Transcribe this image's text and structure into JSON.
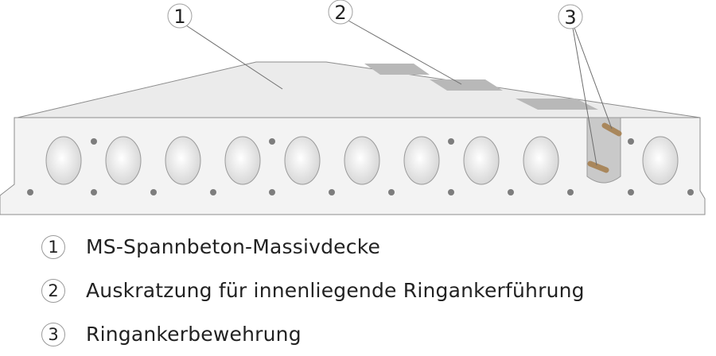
{
  "callouts": [
    {
      "number": "1"
    },
    {
      "number": "2"
    },
    {
      "number": "3"
    }
  ],
  "legend": [
    {
      "number": "1",
      "text": "MS-Spannbeton-Massivdecke"
    },
    {
      "number": "2",
      "text": "Auskratzung für innenliegende Ringankerführung"
    },
    {
      "number": "3",
      "text": "Ringankerbewehrung"
    }
  ],
  "colors": {
    "slab_face": "#f2f2f2",
    "slab_top": "#e9e9e9",
    "slab_outline": "#8c8c8c",
    "void_fill": "#e0e0e0",
    "groove_fill": "#b4b4b4",
    "strand": "#7d7d7d",
    "rebar": "#b89a72"
  }
}
